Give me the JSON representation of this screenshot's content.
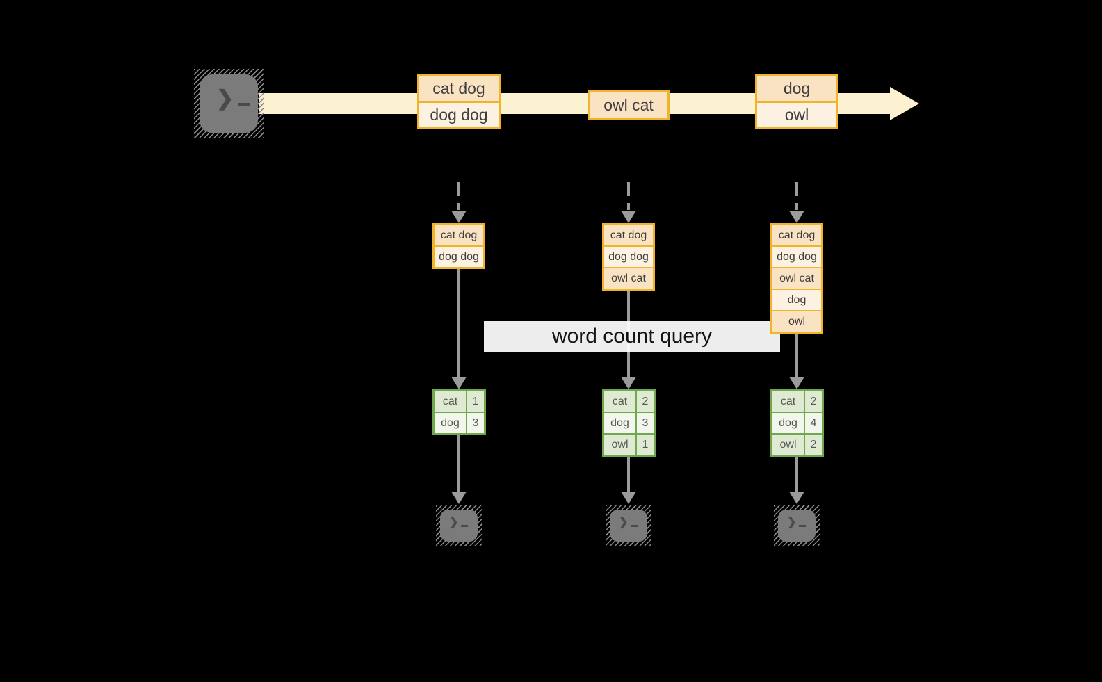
{
  "query_label": "word count query",
  "stream": {
    "source_icon": "terminal-icon",
    "batches": [
      {
        "lines": [
          "cat dog",
          "dog dog"
        ]
      },
      {
        "lines": [
          "owl cat"
        ]
      },
      {
        "lines": [
          "dog",
          "owl"
        ]
      }
    ]
  },
  "states": [
    {
      "lines": [
        "cat dog",
        "dog dog"
      ]
    },
    {
      "lines": [
        "cat dog",
        "dog dog",
        "owl cat"
      ]
    },
    {
      "lines": [
        "cat dog",
        "dog dog",
        "owl cat",
        "dog",
        "owl"
      ]
    }
  ],
  "counts": [
    {
      "rows": [
        {
          "word": "cat",
          "count": "1"
        },
        {
          "word": "dog",
          "count": "3"
        }
      ]
    },
    {
      "rows": [
        {
          "word": "cat",
          "count": "2"
        },
        {
          "word": "dog",
          "count": "3"
        },
        {
          "word": "owl",
          "count": "1"
        }
      ]
    },
    {
      "rows": [
        {
          "word": "cat",
          "count": "2"
        },
        {
          "word": "dog",
          "count": "4"
        },
        {
          "word": "owl",
          "count": "2"
        }
      ]
    }
  ],
  "sink_icons": [
    "terminal-icon",
    "terminal-icon",
    "terminal-icon"
  ],
  "colors": {
    "amber_border": "#F0B42A",
    "peach_fill": "#FAE3C3",
    "cream_fill": "#FDF2E2",
    "stream_band": "#FCF2D2",
    "green_border": "#71A84E",
    "green_tint_fill": "#DEEBD2",
    "green_light_fill": "#F2F7EE",
    "arrow_gray": "#9B9B9B",
    "terminal_gray": "#7B7B7B"
  }
}
